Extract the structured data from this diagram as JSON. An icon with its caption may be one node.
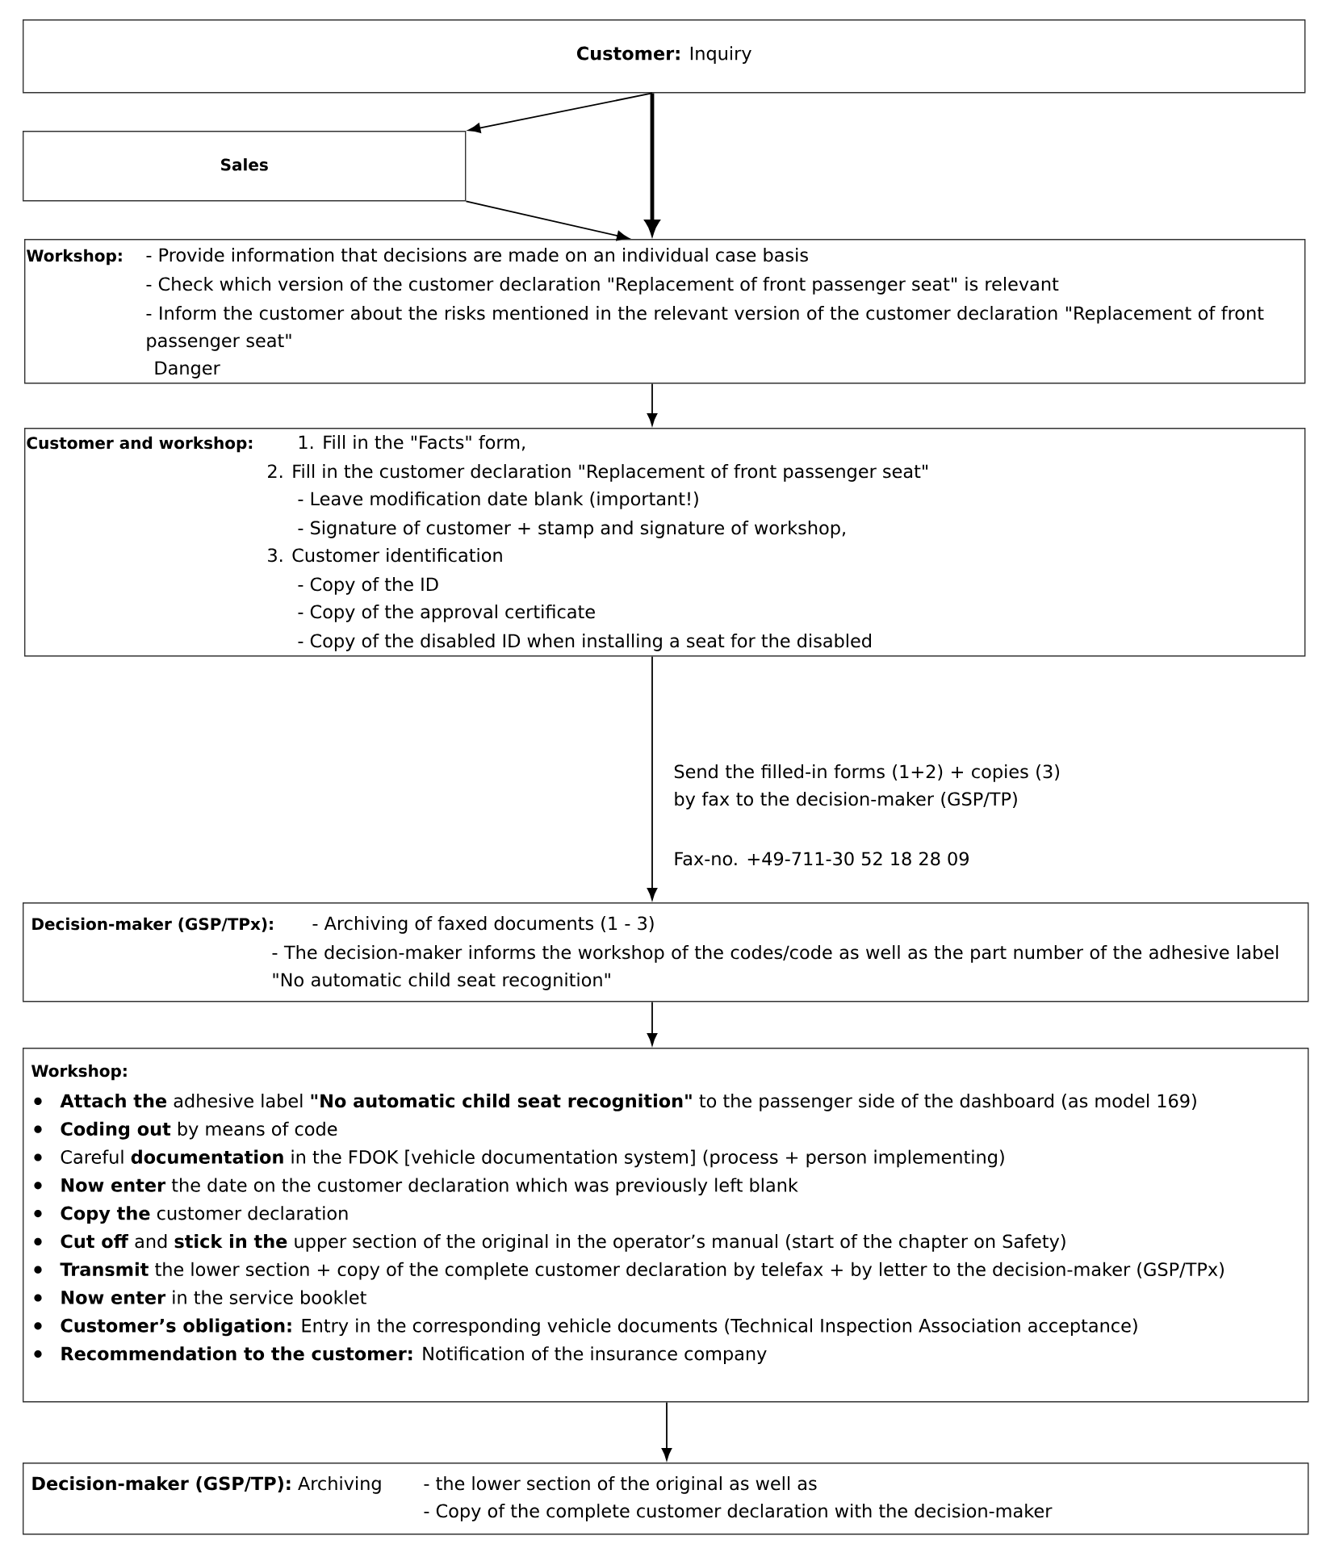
{
  "diagram": {
    "nodes": [
      {
        "text": [
          "**Customer:** Inquiry"
        ]
      },
      {
        "text": [
          "Sales"
        ]
      },
      {
        "text": [
          "Workshop:",
          "- Provide information that decisions are made on an individual case basis",
          "- Check which version of the customer declaration \"Replacement of front passenger seat\" is relevant",
          "- Inform the customer about the risks mentioned in the relevant version of the customer declaration \"Replacement of front passenger seat\"",
          "Danger"
        ]
      },
      {
        "text": [
          "Customer and workshop:",
          "1. Fill in the \"Facts\" form,",
          "2. Fill in the customer declaration \"Replacement of front passenger seat\"",
          "- Leave modification date blank (important!)",
          "- Signature of customer + stamp and signature of workshop,",
          "3. Customer identification",
          "- Copy of the ID",
          "- Copy of the approval certificate",
          "- Copy of the disabled ID when installing a seat for the disabled"
        ]
      },
      {
        "text": [
          "Decision-maker (GSP/TPx):",
          "- Archiving of faxed documents (1 - 3)",
          "- The decision-maker informs the workshop of the codes/code as well as the part number of the adhesive label \"No automatic child seat recognition\""
        ]
      },
      {
        "text": [
          "Workshop:",
          "**Attach the** adhesive label **\"No automatic child seat recognition\"** to the passenger side of the dashboard (as model 169)",
          "**Coding out** by means of code",
          "Careful **documentation** in the FDOK [vehicle documentation system] (process + person implementing)",
          "**Now enter** the date on the customer declaration which was previously left blank",
          "**Copy the** customer declaration",
          "**Cut off** and **stick in the** upper section of the original in the operator’s manual (start of the chapter on Safety)",
          "**Transmit** the lower section + copy of the complete customer declaration by telefax + by letter to the decision-maker (GSP/TPx)",
          "**Now enter** in the service booklet",
          "**Customer’s obligation:** Entry in the corresponding vehicle documents (Technical Inspection Association acceptance)",
          "**Recommendation to the customer:** Notification of the insurance company"
        ]
      },
      {
        "text": [
          "**Decision-maker (GSP/TP):** Archiving",
          "- the lower section of the original as well as",
          "- Copy of the complete customer declaration with the decision-maker"
        ]
      }
    ],
    "edges": [
      {
        "from": 0,
        "to": 1,
        "arrow": "to"
      },
      {
        "from": 1,
        "to": 2,
        "arrow": "to"
      },
      {
        "from": 0,
        "to": 2,
        "arrow": "to",
        "style": "thick"
      },
      {
        "from": 2,
        "to": 3,
        "arrow": "to"
      },
      {
        "from": 3,
        "to": 4,
        "arrow": "to",
        "label": "Send the filled-in forms (1+2) + copies (3) by fax to the decision-maker (GSP/TP)"
      },
      {
        "from": 4,
        "to": 5,
        "arrow": "to"
      },
      {
        "from": 5,
        "to": 6,
        "arrow": "to"
      }
    ],
    "labels": [
      "Fax-no. +49-711-30 52 18 28 09"
    ]
  }
}
